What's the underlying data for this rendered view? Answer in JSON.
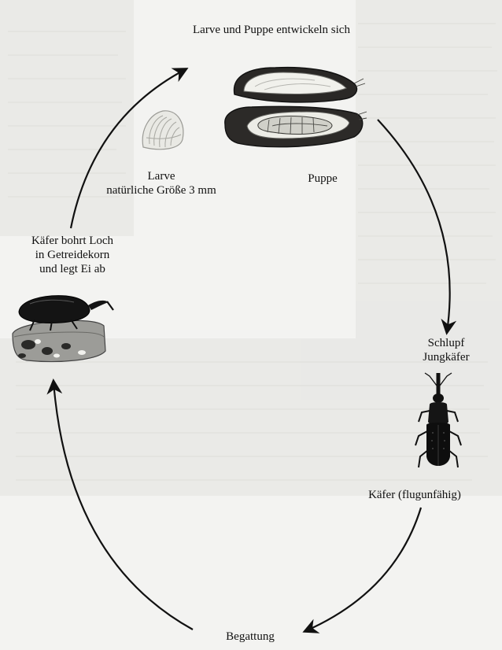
{
  "diagram": {
    "title": "Larve und Puppe entwickeln sich",
    "stages": {
      "larva": {
        "line1": "Larve",
        "line2": "natürliche Größe 3 mm"
      },
      "pupa": {
        "label": "Puppe"
      },
      "emerge": {
        "line1": "Schlupf",
        "line2": "Jungkäfer"
      },
      "beetle": {
        "label": "Käfer (flugunfähig)"
      },
      "mating": {
        "label": "Begattung"
      },
      "egg_laying": {
        "line1": "Käfer bohrt Loch",
        "line2": "in Getreidekorn",
        "line3": "und legt Ei ab"
      }
    },
    "illustrations": [
      "larva-icon",
      "grain-pupa-icon",
      "weevil-beetle-icon",
      "beetle-on-grain-icon"
    ]
  }
}
